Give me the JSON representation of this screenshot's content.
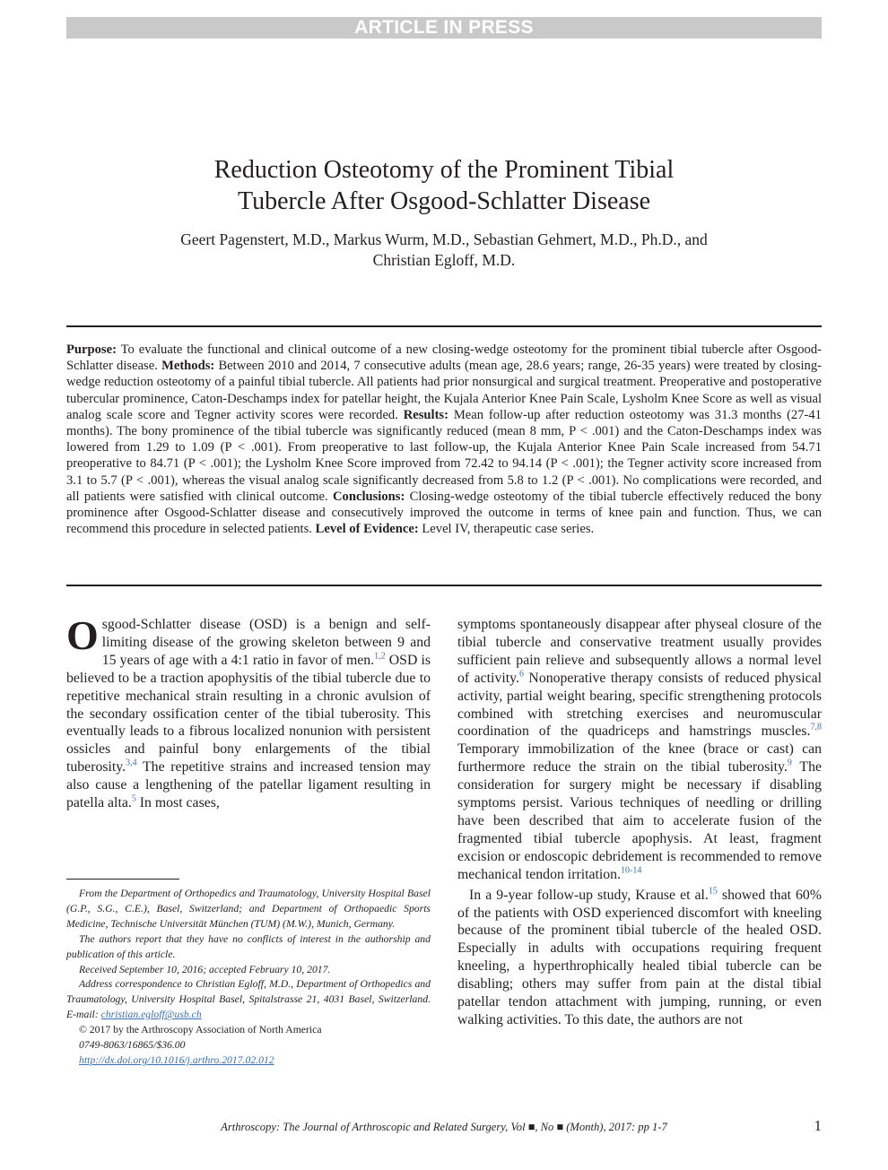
{
  "banner": "ARTICLE IN PRESS",
  "title_line1": "Reduction Osteotomy of the Prominent Tibial",
  "title_line2": "Tubercle After Osgood-Schlatter Disease",
  "authors_line1": "Geert Pagenstert, M.D., Markus Wurm, M.D., Sebastian Gehmert, M.D., Ph.D., and",
  "authors_line2": "Christian Egloff, M.D.",
  "abstract": {
    "purpose_label": "Purpose:",
    "purpose": "To evaluate the functional and clinical outcome of a new closing-wedge osteotomy for the prominent tibial tubercle after Osgood-Schlatter disease.",
    "methods_label": "Methods:",
    "methods": "Between 2010 and 2014, 7 consecutive adults (mean age, 28.6 years; range, 26-35 years) were treated by closing-wedge reduction osteotomy of a painful tibial tubercle. All patients had prior nonsurgical and surgical treatment. Preoperative and postoperative tubercular prominence, Caton-Deschamps index for patellar height, the Kujala Anterior Knee Pain Scale, Lysholm Knee Score as well as visual analog scale score and Tegner activity scores were recorded.",
    "results_label": "Results:",
    "results": "Mean follow-up after reduction osteotomy was 31.3 months (27-41 months). The bony prominence of the tibial tubercle was significantly reduced (mean 8 mm, P < .001) and the Caton-Deschamps index was lowered from 1.29 to 1.09 (P < .001). From preoperative to last follow-up, the Kujala Anterior Knee Pain Scale increased from 54.71 preoperative to 84.71 (P < .001); the Lysholm Knee Score improved from 72.42 to 94.14 (P < .001); the Tegner activity score increased from 3.1 to 5.7 (P < .001), whereas the visual analog scale significantly decreased from 5.8 to 1.2 (P < .001). No complications were recorded, and all patients were satisfied with clinical outcome.",
    "conclusions_label": "Conclusions:",
    "conclusions": "Closing-wedge osteotomy of the tibial tubercle effectively reduced the bony prominence after Osgood-Schlatter disease and consecutively improved the outcome in terms of knee pain and function. Thus, we can recommend this procedure in selected patients.",
    "level_label": "Level of Evidence:",
    "level": "Level IV, therapeutic case series."
  },
  "body_left": {
    "dropcap": "O",
    "p1_a": "sgood-Schlatter disease (OSD) is a benign and self-limiting disease of the growing skeleton between 9 and 15 years of age with a 4:1 ratio in favor of men.",
    "ref_a": "1,2",
    "p1_b": " OSD is believed to be a traction apophysitis of the tibial tubercle due to repetitive mechanical strain resulting in a chronic avulsion of the secondary ossification center of the tibial tuberosity. This eventually leads to a fibrous localized nonunion with persistent ossicles and painful bony enlargements of the tibial tuberosity.",
    "ref_b": "3,4",
    "p1_c": " The repetitive strains and increased tension may also cause a lengthening of the patellar ligament resulting in patella alta.",
    "ref_c": "5",
    "p1_d": " In most cases,"
  },
  "notes": {
    "affiliation": "From the Department of Orthopedics and Traumatology, University Hospital Basel (G.P., S.G., C.E.), Basel, Switzerland; and Department of Orthopaedic Sports Medicine, Technische Universität München (TUM) (M.W.), Munich, Germany.",
    "conflicts": "The authors report that they have no conflicts of interest in the authorship and publication of this article.",
    "received": "Received September 10, 2016; accepted February 10, 2017.",
    "correspondence": "Address correspondence to Christian Egloff, M.D., Department of Orthopedics and Traumatology, University Hospital Basel, Spitalstrasse 21, 4031 Basel, Switzerland. E-mail: ",
    "email": "christian.egloff@usb.ch",
    "copyright": "© 2017 by the Arthroscopy Association of North America",
    "issn": "0749-8063/16865/$36.00",
    "doi": "http://dx.doi.org/10.1016/j.arthro.2017.02.012"
  },
  "body_right": {
    "p1_a": "symptoms spontaneously disappear after physeal closure of the tibial tubercle and conservative treatment usually provides sufficient pain relieve and subsequently allows a normal level of activity.",
    "ref_a": "6",
    "p1_b": " Nonoperative therapy consists of reduced physical activity, partial weight bearing, specific strengthening protocols combined with stretching exercises and neuromuscular coordination of the quadriceps and hamstrings muscles.",
    "ref_b": "7,8",
    "p1_c": " Temporary immobilization of the knee (brace or cast) can furthermore reduce the strain on the tibial tuberosity.",
    "ref_c": "9",
    "p1_d": " The consideration for surgery might be necessary if disabling symptoms persist. Various techniques of needling or drilling have been described that aim to accelerate fusion of the fragmented tibial tubercle apophysis. At least, fragment excision or endoscopic debridement is recommended to remove mechanical tendon irritation.",
    "ref_d": "10-14",
    "p2_a": "In a 9-year follow-up study, Krause et al.",
    "ref_e": "15",
    "p2_b": " showed that 60% of the patients with OSD experienced discomfort with kneeling because of the prominent tibial tubercle of the healed OSD. Especially in adults with occupations requiring frequent kneeling, a hyperthrophically healed tibial tubercle can be disabling; others may suffer from pain at the distal tibial patellar tendon attachment with jumping, running, or even walking activities. To this date, the authors are not"
  },
  "footer": {
    "journal": "Arthroscopy: The Journal of Arthroscopic and Related Surgery, Vol ■, No ■ (Month), 2017: pp 1-7",
    "page": "1"
  }
}
